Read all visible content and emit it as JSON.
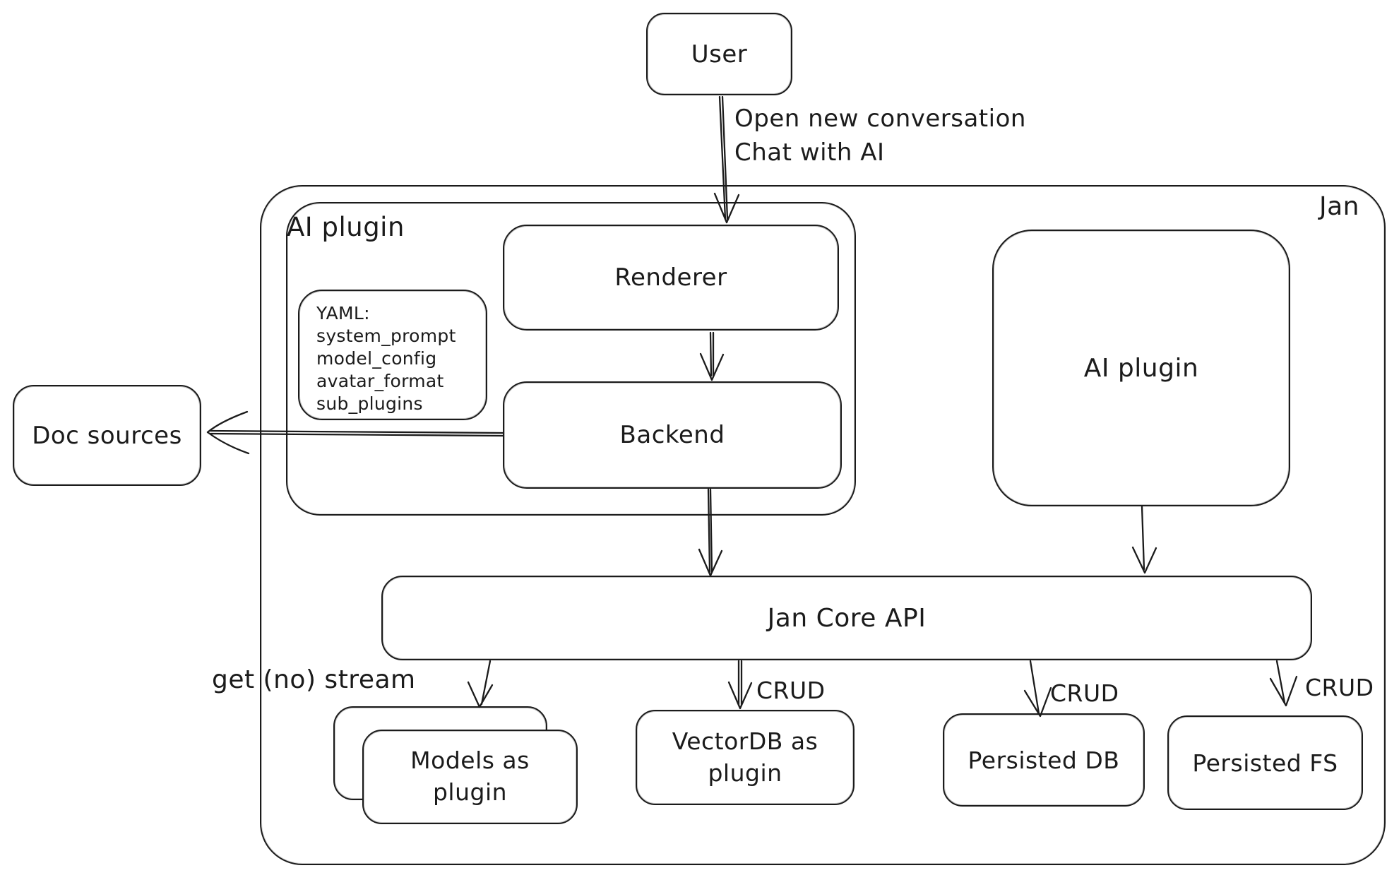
{
  "colors": {
    "stroke": "#1b1b1b",
    "background": "#ffffff"
  },
  "nodes": {
    "user": "User",
    "jan": "Jan",
    "ai_plugin_left": "AI plugin",
    "renderer": "Renderer",
    "backend": "Backend",
    "doc_sources": "Doc sources",
    "ai_plugin_right": "AI plugin",
    "jan_core_api": "Jan Core API",
    "models_plugin": "Models as plugin",
    "vectordb_plugin": "VectorDB as plugin",
    "persisted_db": "Persisted DB",
    "persisted_fs": "Persisted FS"
  },
  "yaml_note": {
    "lines": [
      "YAML:",
      "system_prompt",
      "model_config",
      "avatar_format",
      "sub_plugins"
    ]
  },
  "edge_labels": {
    "user_flow_line1": "Open new conversation",
    "user_flow_line2": "Chat with AI",
    "get_stream": "get (no) stream",
    "crud_vectordb": "CRUD",
    "crud_db": "CRUD",
    "crud_fs": "CRUD"
  }
}
